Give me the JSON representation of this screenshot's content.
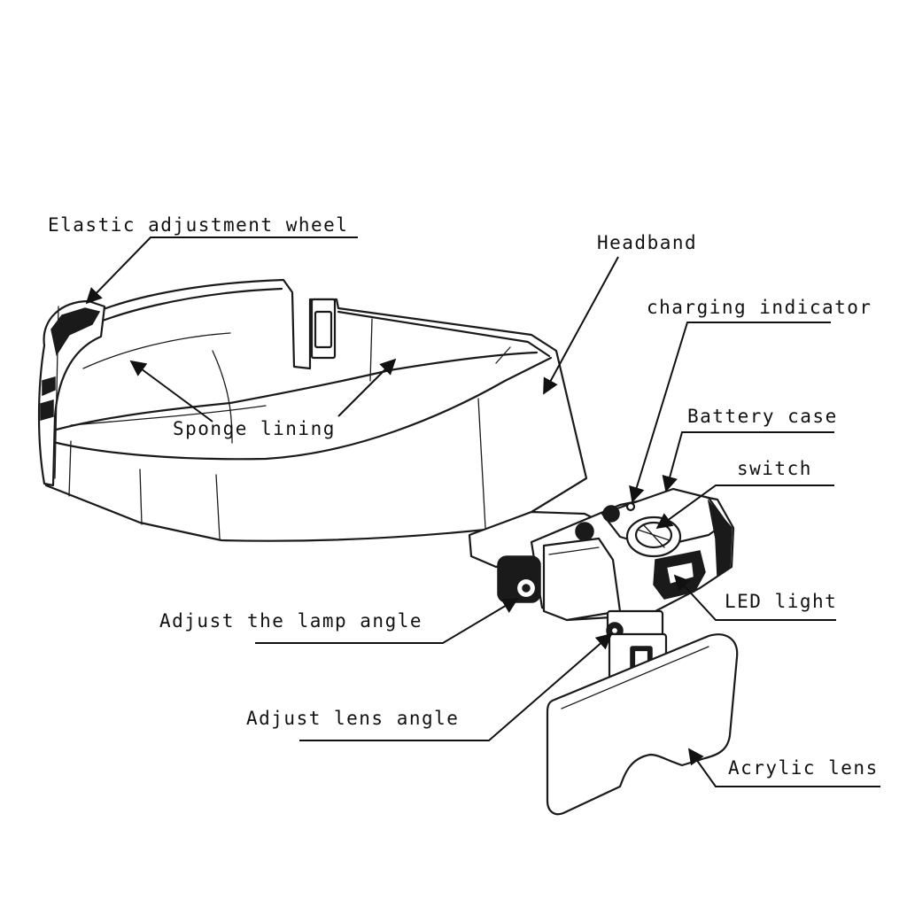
{
  "labels": {
    "elastic_wheel": "Elastic adjustment wheel",
    "headband": "Headband",
    "charging_indicator": "charging indicator",
    "battery_case": "Battery case",
    "switch": "switch",
    "sponge_lining": "Sponge lining",
    "led_light": "LED light",
    "lamp_angle": "Adjust the lamp angle",
    "lens_angle": "Adjust lens angle",
    "acrylic_lens": "Acrylic lens"
  }
}
